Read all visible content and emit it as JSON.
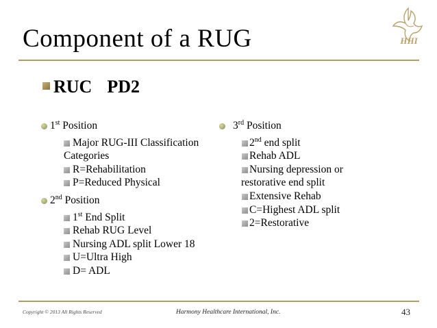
{
  "title": "Component of a RUG",
  "ruc_label": "RUC",
  "ruc_value": "PD2",
  "left_column": {
    "position1": {
      "label": "1",
      "sup": "st",
      "tail": " Position",
      "items": {
        "i0": "Major RUG-III  Classification",
        "i0_wrap": "Categories",
        "i1": "R=Rehabilitation",
        "i2": "P=Reduced Physical"
      }
    },
    "position2": {
      "label": "2",
      "sup": "nd",
      "tail": " Position",
      "items": {
        "i0_pre": "1",
        "i0_sup": "st",
        "i0_tail": " End Split",
        "i1": "Rehab RUG Level",
        "i2": "Nursing ADL split Lower 18",
        "i3": "U=Ultra High",
        "i4": "D= ADL"
      }
    }
  },
  "right_column": {
    "position3": {
      "label": "3",
      "sup": "rd",
      "tail": " Position",
      "items": {
        "i0_pre": "2",
        "i0_sup": "nd",
        "i0_tail": " end split",
        "i1": "Rehab ADL",
        "i2": "Nursing depression or",
        "i2_wrap": "restorative end split",
        "i3": "Extensive Rehab",
        "i4": "C=Highest ADL split",
        "i5": "2=Restorative"
      }
    }
  },
  "logo": {
    "icon": "dove-icon",
    "text": "HHI"
  },
  "footer": {
    "copyright": "Copyright © 2013 All Rights Reserved",
    "company": "Harmony Healthcare International, Inc.",
    "page": "43"
  },
  "colors": {
    "accent_rule": "#b59b63",
    "bullet_dot": "#a2a270",
    "bullet_square": "#8e8e8e"
  }
}
